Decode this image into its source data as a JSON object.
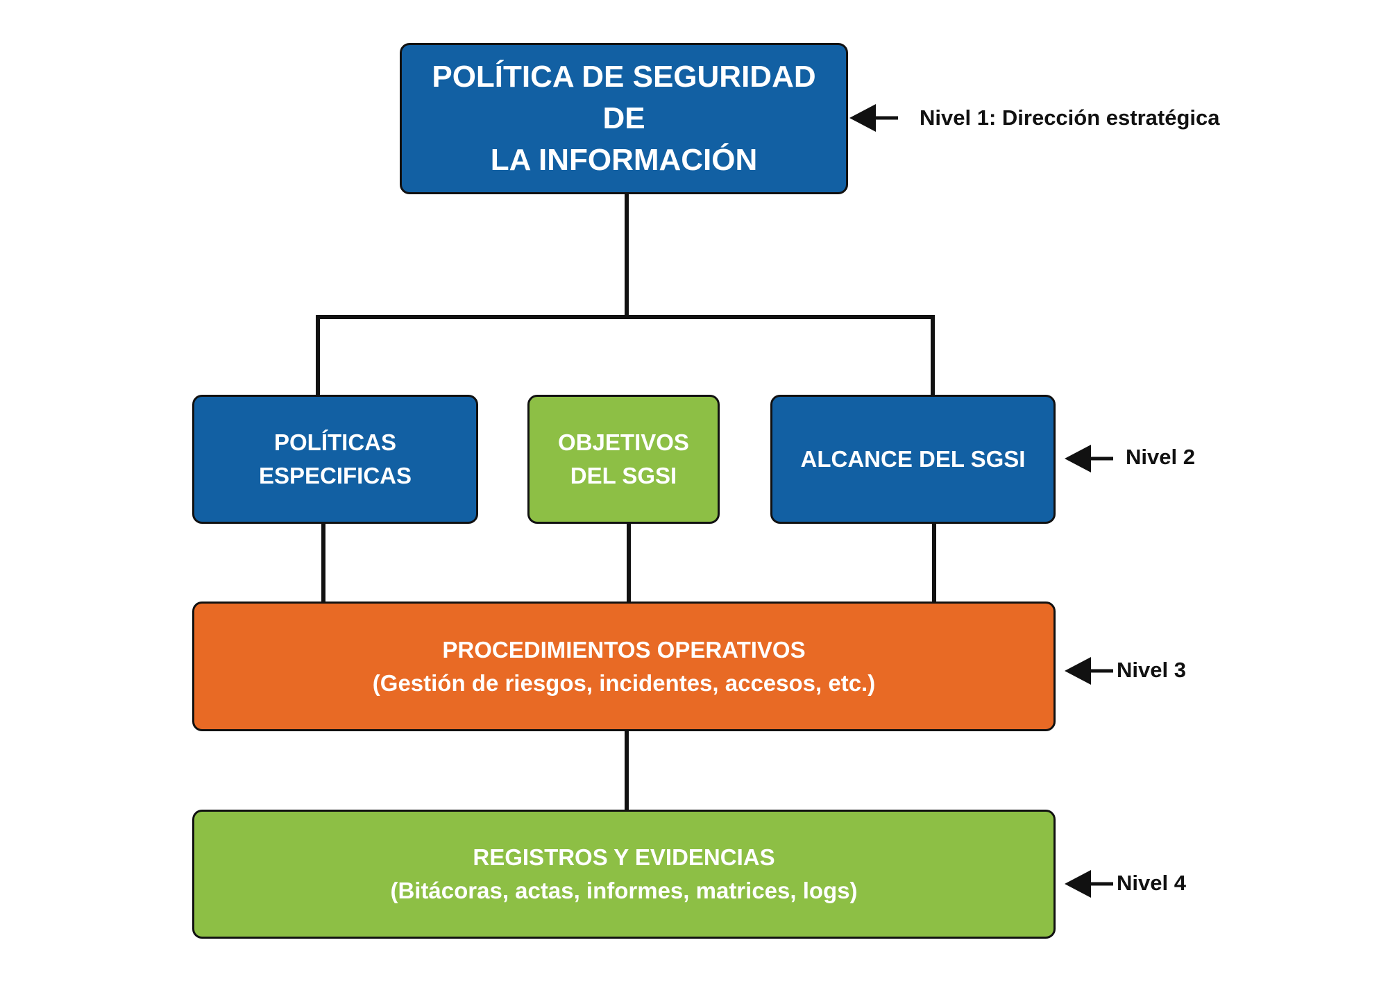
{
  "colors": {
    "blue": "#1260A3",
    "green": "#8DBF45",
    "orange": "#E86A25",
    "line": "#111111"
  },
  "level1": {
    "title_line1": "POLÍTICA DE SEGURIDAD DE",
    "title_line2": "LA INFORMACIÓN",
    "label": "Nivel 1: Dirección estratégica"
  },
  "level2": {
    "boxes": [
      {
        "line1": "POLÍTICAS",
        "line2": "ESPECIFICAS"
      },
      {
        "line1": "OBJETIVOS",
        "line2": "DEL SGSI"
      },
      {
        "line1": "ALCANCE DEL SGSI"
      }
    ],
    "label": "Nivel 2"
  },
  "level3": {
    "title": "PROCEDIMIENTOS OPERATIVOS",
    "subtitle": "(Gestión de riesgos, incidentes, accesos, etc.)",
    "label": "Nivel 3"
  },
  "level4": {
    "title": "REGISTROS Y EVIDENCIAS",
    "subtitle": "(Bitácoras, actas, informes, matrices, logs)",
    "label": "Nivel 4"
  },
  "icons": {
    "level_arrow": "left-arrow-icon"
  }
}
